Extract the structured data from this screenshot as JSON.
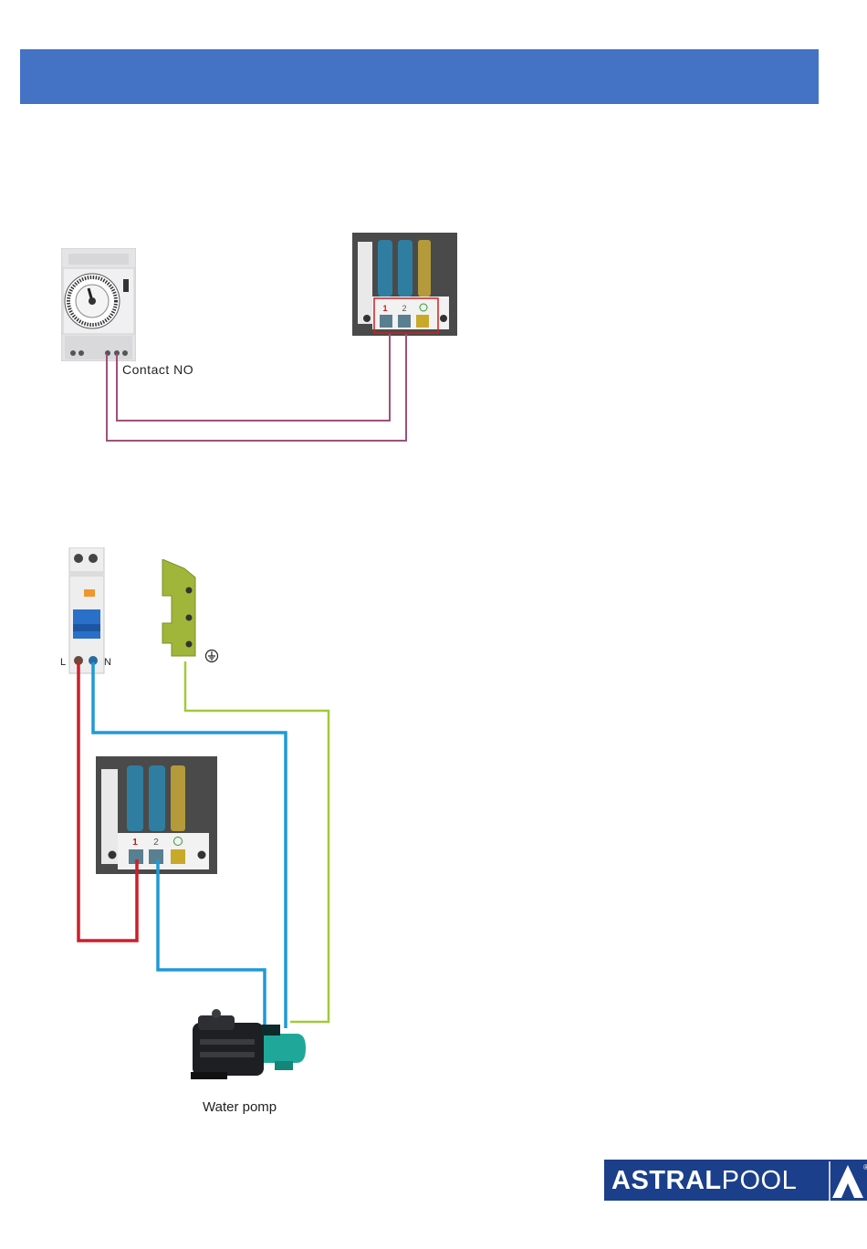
{
  "labels": {
    "contact_no": "Contact  NO",
    "breaker_l": "L",
    "breaker_n": "N",
    "water_pump": "Water pomp"
  },
  "terminal": {
    "pins": [
      "1",
      "2"
    ]
  },
  "logo": {
    "bold": "ASTRAL",
    "light": "POOL",
    "registered": "®"
  },
  "colors": {
    "header": "#4472c4",
    "control_wire": "#a0507a",
    "live_wire": "#cc1f2a",
    "neutral_wire": "#1e9ad6",
    "earth_wire": "#a3c93a",
    "logo_bg": "#1b3f8b"
  }
}
